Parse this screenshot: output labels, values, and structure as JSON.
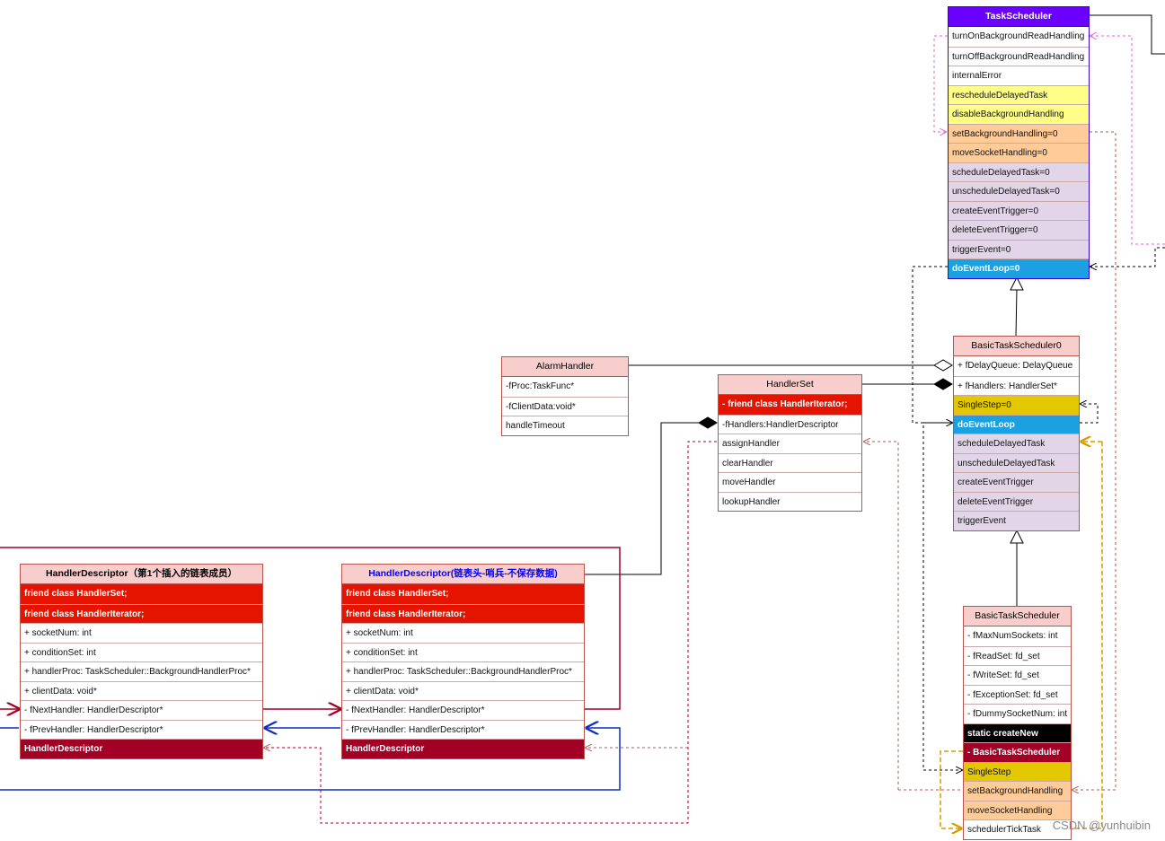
{
  "colors": {
    "white": "#ffffff",
    "purple_header": "#6a00ff",
    "yellow": "#ffff88",
    "orange": "#ffcc99",
    "lilac": "#e1d5e7",
    "blue": "#1ba1e2",
    "gold": "#e3c800",
    "red": "#e51400",
    "crimson": "#a20025",
    "black": "#000000"
  },
  "classes": [
    {
      "id": "task-scheduler",
      "title": "TaskScheduler",
      "header_color": "purple_header",
      "rows": [
        {
          "text": "turnOnBackgroundReadHandling",
          "color": "white"
        },
        {
          "text": "turnOffBackgroundReadHandling",
          "color": "white"
        },
        {
          "text": "internalError",
          "color": "white"
        },
        {
          "text": "rescheduleDelayedTask",
          "color": "yellow"
        },
        {
          "text": "disableBackgroundHandling",
          "color": "yellow"
        },
        {
          "text": "setBackgroundHandling=0",
          "color": "orange"
        },
        {
          "text": "moveSocketHandling=0",
          "color": "orange"
        },
        {
          "text": "scheduleDelayedTask=0",
          "color": "lilac"
        },
        {
          "text": "unscheduleDelayedTask=0",
          "color": "lilac"
        },
        {
          "text": "createEventTrigger=0",
          "color": "lilac"
        },
        {
          "text": "deleteEventTrigger=0",
          "color": "lilac"
        },
        {
          "text": "triggerEvent=0",
          "color": "lilac"
        },
        {
          "text": "doEventLoop=0",
          "color": "blue"
        }
      ]
    },
    {
      "id": "basic-task-scheduler0",
      "title": "BasicTaskScheduler0",
      "rows": [
        {
          "text": "+ fDelayQueue: DelayQueue",
          "color": "white"
        },
        {
          "text": "+ fHandlers: HandlerSet*",
          "color": "white"
        },
        {
          "text": "SingleStep=0",
          "color": "gold"
        },
        {
          "text": "doEventLoop",
          "color": "blue"
        },
        {
          "text": "scheduleDelayedTask",
          "color": "lilac"
        },
        {
          "text": "unscheduleDelayedTask",
          "color": "lilac"
        },
        {
          "text": "createEventTrigger",
          "color": "lilac"
        },
        {
          "text": "deleteEventTrigger",
          "color": "lilac"
        },
        {
          "text": "triggerEvent",
          "color": "lilac"
        }
      ]
    },
    {
      "id": "alarm-handler",
      "title": "AlarmHandler",
      "rows": [
        {
          "text": "-fProc:TaskFunc*",
          "color": "white"
        },
        {
          "text": "-fClientData:void*",
          "color": "white"
        },
        {
          "text": "handleTimeout",
          "color": "white"
        }
      ]
    },
    {
      "id": "handler-set",
      "title": "HandlerSet",
      "rows": [
        {
          "text": "- friend class HandlerIterator;",
          "color": "red"
        },
        {
          "text": "-fHandlers:HandlerDescriptor",
          "color": "white"
        },
        {
          "text": "assignHandler",
          "color": "white"
        },
        {
          "text": "clearHandler",
          "color": "white"
        },
        {
          "text": "moveHandler",
          "color": "white"
        },
        {
          "text": "lookupHandler",
          "color": "white"
        }
      ]
    },
    {
      "id": "handler-descriptor-first",
      "title": "HandlerDescriptor（第1个插入的链表成员）",
      "rows": [
        {
          "text": "friend class HandlerSet;",
          "color": "red"
        },
        {
          "text": "friend class HandlerIterator;",
          "color": "red"
        },
        {
          "text": "+ socketNum: int",
          "color": "white"
        },
        {
          "text": "+ conditionSet: int",
          "color": "white"
        },
        {
          "text": "+ handlerProc: TaskScheduler::BackgroundHandlerProc*",
          "color": "white"
        },
        {
          "text": "+ clientData: void*",
          "color": "white"
        },
        {
          "text": "- fNextHandler: HandlerDescriptor*",
          "color": "white"
        },
        {
          "text": "- fPrevHandler: HandlerDescriptor*",
          "color": "white"
        },
        {
          "text": "HandlerDescriptor",
          "color": "crimson"
        }
      ]
    },
    {
      "id": "handler-descriptor-head",
      "title": "HandlerDescriptor(链表头-哨兵-不保存数据)",
      "title_color": "#0000ff",
      "rows": [
        {
          "text": "friend class HandlerSet;",
          "color": "red"
        },
        {
          "text": "friend class HandlerIterator;",
          "color": "red"
        },
        {
          "text": "+ socketNum: int",
          "color": "white"
        },
        {
          "text": "+ conditionSet: int",
          "color": "white"
        },
        {
          "text": "+ handlerProc: TaskScheduler::BackgroundHandlerProc*",
          "color": "white"
        },
        {
          "text": "+ clientData: void*",
          "color": "white"
        },
        {
          "text": "- fNextHandler: HandlerDescriptor*",
          "color": "white"
        },
        {
          "text": "- fPrevHandler: HandlerDescriptor*",
          "color": "white"
        },
        {
          "text": "HandlerDescriptor",
          "color": "crimson"
        }
      ]
    },
    {
      "id": "basic-task-scheduler",
      "title": "BasicTaskScheduler",
      "rows": [
        {
          "text": "- fMaxNumSockets: int",
          "color": "white"
        },
        {
          "text": "- fReadSet: fd_set",
          "color": "white"
        },
        {
          "text": "- fWriteSet: fd_set",
          "color": "white"
        },
        {
          "text": "- fExceptionSet: fd_set",
          "color": "white"
        },
        {
          "text": "- fDummySocketNum: int",
          "color": "white"
        },
        {
          "text": "static createNew",
          "color": "black"
        },
        {
          "text": "- BasicTaskScheduler",
          "color": "crimson"
        },
        {
          "text": "SingleStep",
          "color": "gold"
        },
        {
          "text": "setBackgroundHandling",
          "color": "orange"
        },
        {
          "text": "moveSocketHandling",
          "color": "orange"
        },
        {
          "text": "schedulerTickTask",
          "color": "white"
        }
      ]
    }
  ],
  "watermark": "CSDN @yunhuibin"
}
